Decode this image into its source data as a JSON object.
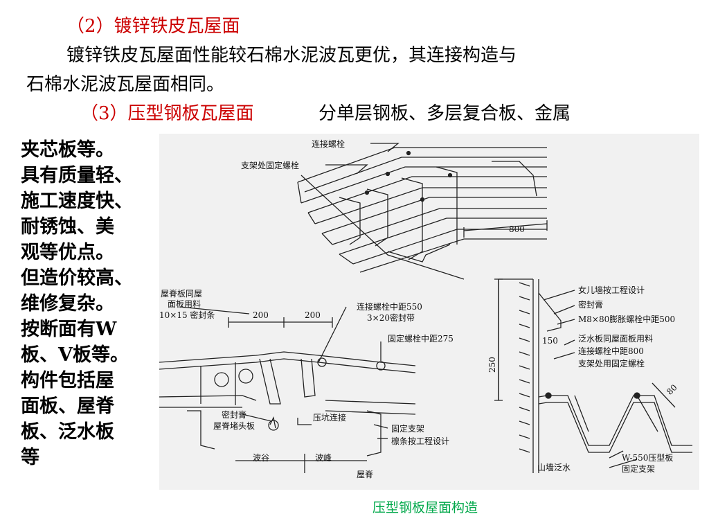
{
  "sections": {
    "heading2": "（2）镀锌铁皮瓦屋面",
    "para1_line1": "镀锌铁皮瓦屋面性能较石棉水泥波瓦更优，其连接构造与",
    "para1_line2": "石棉水泥波瓦屋面相同。",
    "heading3": "（3）压型钢板瓦屋面",
    "intro3": "分单层钢板、多层复合板、金属"
  },
  "side_lines": [
    "夹芯板等。",
    "具有质量轻、",
    "施工速度快、",
    "耐锈蚀、美",
    "观等优点。",
    "但造价较高、",
    "维修复杂。",
    "按断面有W",
    "板、V板等。",
    "构件包括屋",
    "面板、屋脊",
    "板、泛水板",
    "等"
  ],
  "figure": {
    "caption": "压型钢板屋面构造",
    "top_drawing": {
      "label_bolt": "连接螺栓",
      "label_support_bolt": "支架处固定螺栓",
      "dim_800": "800"
    },
    "ridge_drawing": {
      "label_ridge_board": "屋脊板同屋",
      "label_ridge_board2": "面板用料",
      "label_seal_strip": "10×15 密封条",
      "dim_left": "200",
      "dim_right": "200",
      "label_bolt_spacing": "连接螺栓中距550",
      "label_seal_tape": "3×20密封带",
      "label_fixed_bolt": "固定螺栓中距275",
      "label_sealant": "密封膏",
      "label_ridge_plug": "屋脊堵头板",
      "label_press": "压坑连接",
      "label_fixed_support": "固定支架",
      "label_purlin": "檩条按工程设计",
      "label_valley": "波谷",
      "label_crest": "波峰",
      "label_ridge": "屋脊"
    },
    "flashing_drawing": {
      "label_parapet": "女儿墙按工程设计",
      "label_sealant": "密封膏",
      "label_expansion_bolt": "M8×80膨胀螺栓中距500",
      "dim_150": "150",
      "label_flashing": "泛水板同屋面板用料",
      "label_conn_bolt": "连接螺栓中距800",
      "label_support_bolt": "支架处用固定螺栓",
      "dim_250": "250",
      "dim_80": "80",
      "label_gable": "山墙泛水",
      "label_w550": "W-550压型板",
      "label_support": "固定支架"
    }
  }
}
